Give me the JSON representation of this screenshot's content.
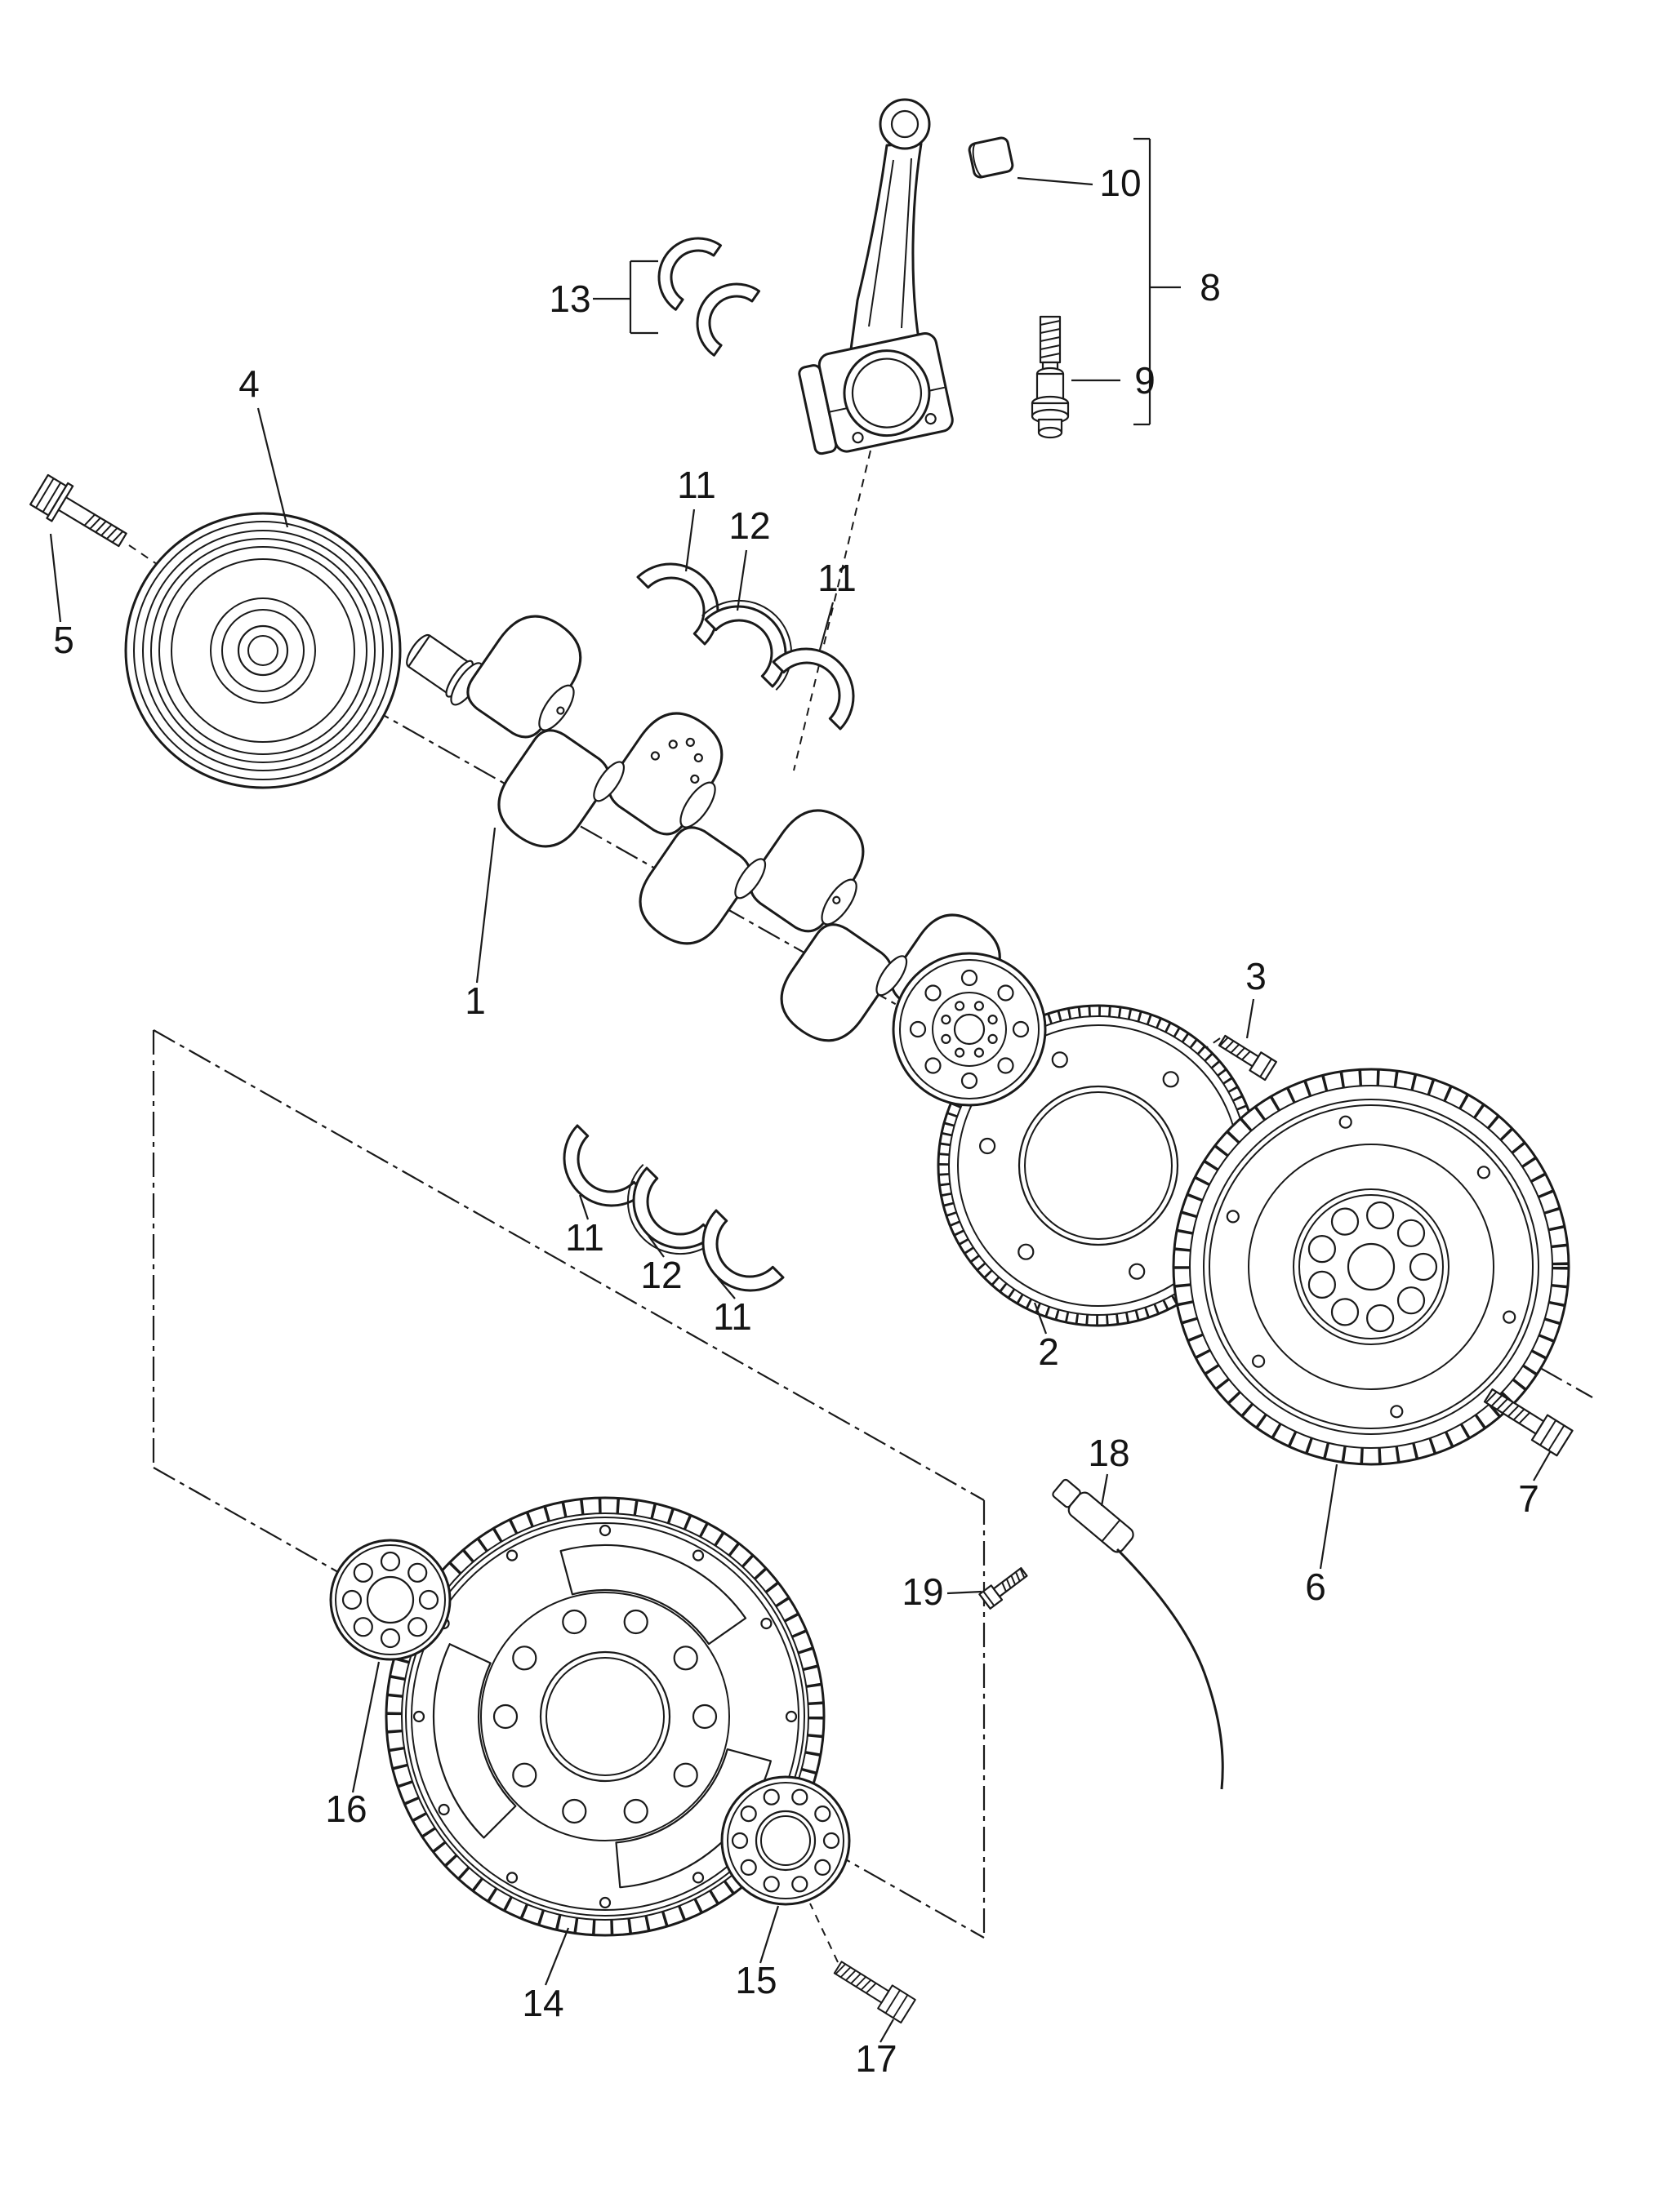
{
  "diagram": {
    "background": "#ffffff",
    "line_color": "#1a1a1a"
  },
  "callouts": [
    {
      "label": "10"
    },
    {
      "label": "8"
    },
    {
      "label": "13"
    },
    {
      "label": "9"
    },
    {
      "label": "11"
    },
    {
      "label": "12"
    },
    {
      "label": "11"
    },
    {
      "label": "4"
    },
    {
      "label": "5"
    },
    {
      "label": "1"
    },
    {
      "label": "3"
    },
    {
      "label": "2"
    },
    {
      "label": "11"
    },
    {
      "label": "12"
    },
    {
      "label": "11"
    },
    {
      "label": "7"
    },
    {
      "label": "6"
    },
    {
      "label": "18"
    },
    {
      "label": "19"
    },
    {
      "label": "16"
    },
    {
      "label": "14"
    },
    {
      "label": "15"
    },
    {
      "label": "17"
    }
  ]
}
